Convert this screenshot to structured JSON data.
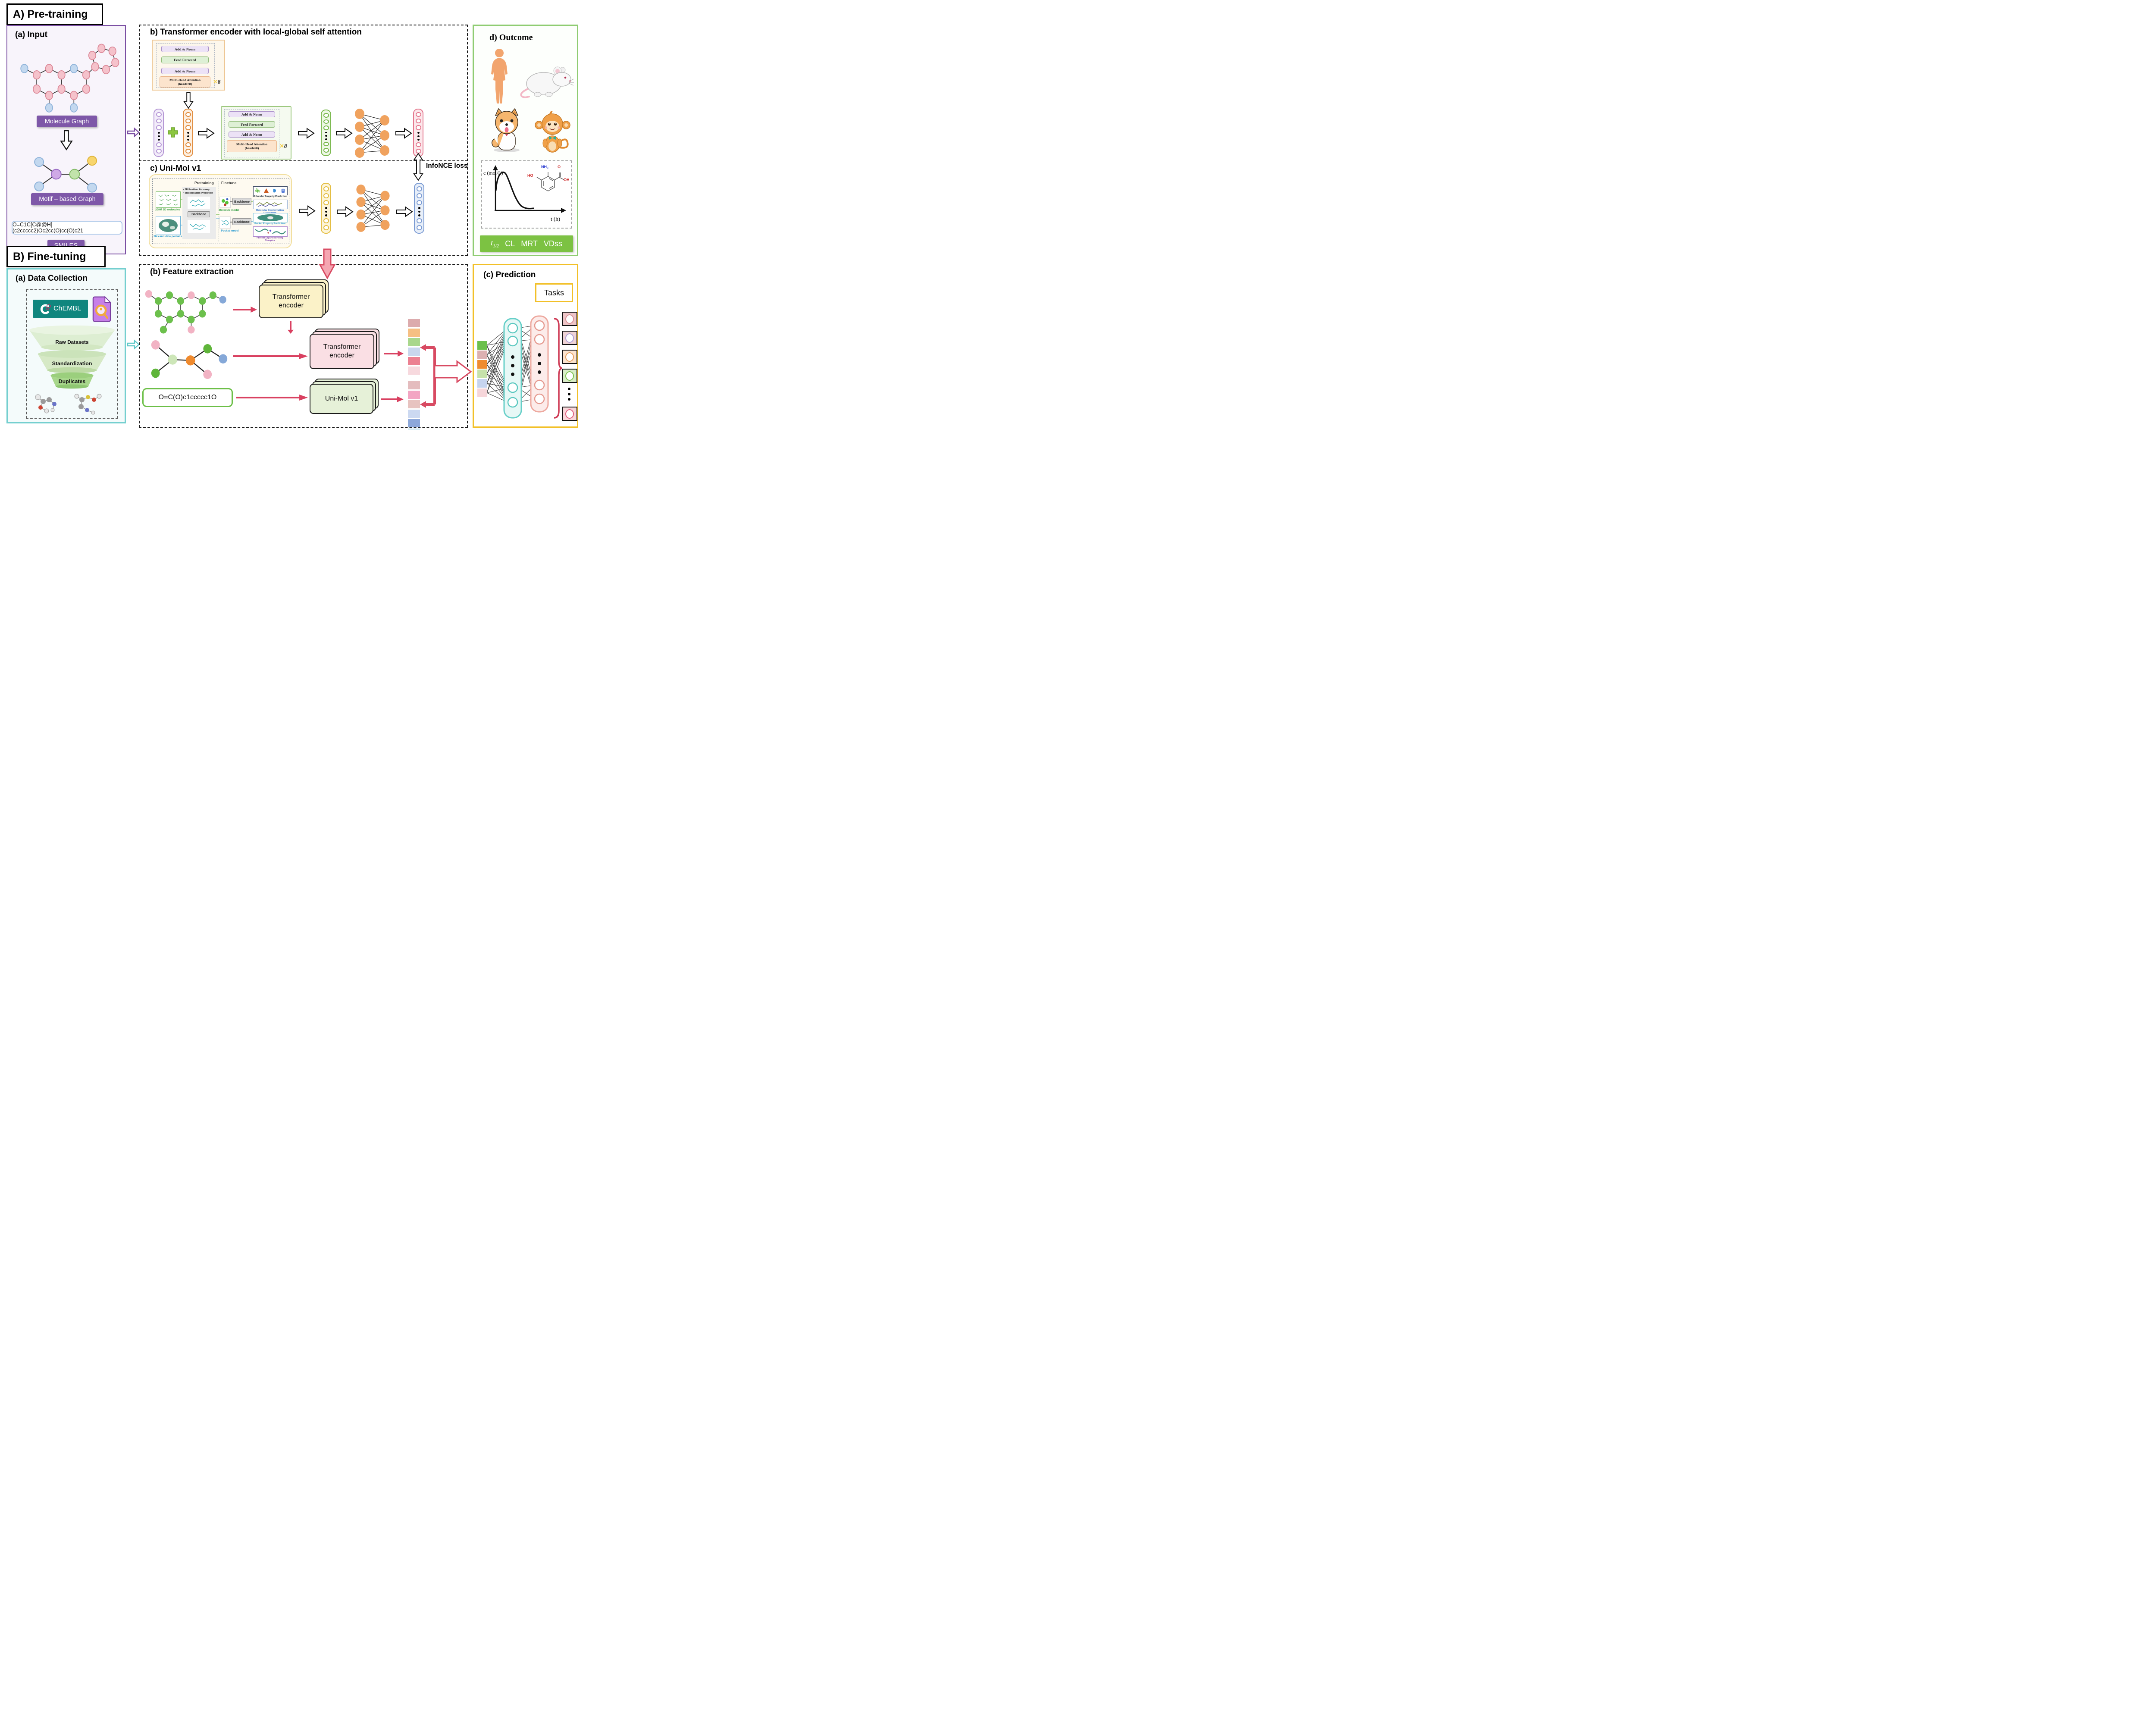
{
  "pretraining": {
    "title": "A) Pre-training",
    "input": {
      "title": "(a) Input",
      "molecule_graph_label": "Molecule Graph",
      "motif_graph_label": "Motif – based Graph",
      "smiles_value": "O=C1C[C@@H](c2ccccc2)Oc2cc(O)cc(O)c21",
      "smiles_label": "SMILES"
    },
    "encoder": {
      "title": "b) Transformer encoder with local-global self attention",
      "add_norm": "Add & Norm",
      "feed_forward": "Feed Forward",
      "multi_head_attention": "Multi-Head Attention",
      "heads": "(heads=8)",
      "times_icon": "✕",
      "times_label": "8"
    },
    "unimol": {
      "title": "c) Uni-Mol v1",
      "pretraining_label": "Pretraining",
      "finetune_label": "Finetune",
      "bullet_1": "• 3D Position Recovery",
      "bullet_2": "• Masked Atom Prediction",
      "molecules_label": "209M 3D molecules",
      "pockets_label": "3M candidate pockets",
      "backbone_label": "Backbone",
      "molecule_model_label": "Molecule model",
      "pocket_model_label": "Pocket model",
      "output_1": "Molecular Property Prediction",
      "output_2": "Molecular Conformation Generation",
      "output_3": "Pocket Property Prediction",
      "output_4": "Protein-Ligand Binding Complex"
    },
    "loss_label": "InfoNCE loss",
    "outcome": {
      "title": "d) Outcome",
      "y_axis_label": "c (mol/L)",
      "x_axis_label": "t (h)",
      "chem_ho": "HO",
      "chem_nh2": "NH₂",
      "chem_o": "O",
      "chem_oh": "OH",
      "metric_t": "t",
      "metric_t_sub": "1/2",
      "metric_cl": "CL",
      "metric_mrt": "MRT",
      "metric_vdss": "VDss"
    }
  },
  "finetuning": {
    "title": "B) Fine-tuning",
    "data_collection": {
      "title": "(a) Data Collection",
      "chembl_label": "ChEMBL",
      "raw_label": "Raw Datasets",
      "standardization_label": "Standardization",
      "duplicates_label": "Duplicates"
    },
    "feature_extraction": {
      "title": "(b) Feature extraction",
      "transformer_encoder_label": "Transformer encoder",
      "smiles_value": "O=C(O)c1ccccc1O",
      "unimol_label": "Uni-Mol v1"
    },
    "prediction": {
      "title": "(c) Prediction",
      "tasks_label": "Tasks"
    }
  },
  "colors": {
    "panel_purple": "#7b4fa3",
    "panel_teal": "#74cfcf",
    "panel_green": "#8fcc72",
    "panel_yellow": "#f2c028",
    "accent_red": "#d94060",
    "chembl_teal": "#10867e",
    "metrics_green": "#7cc242"
  }
}
